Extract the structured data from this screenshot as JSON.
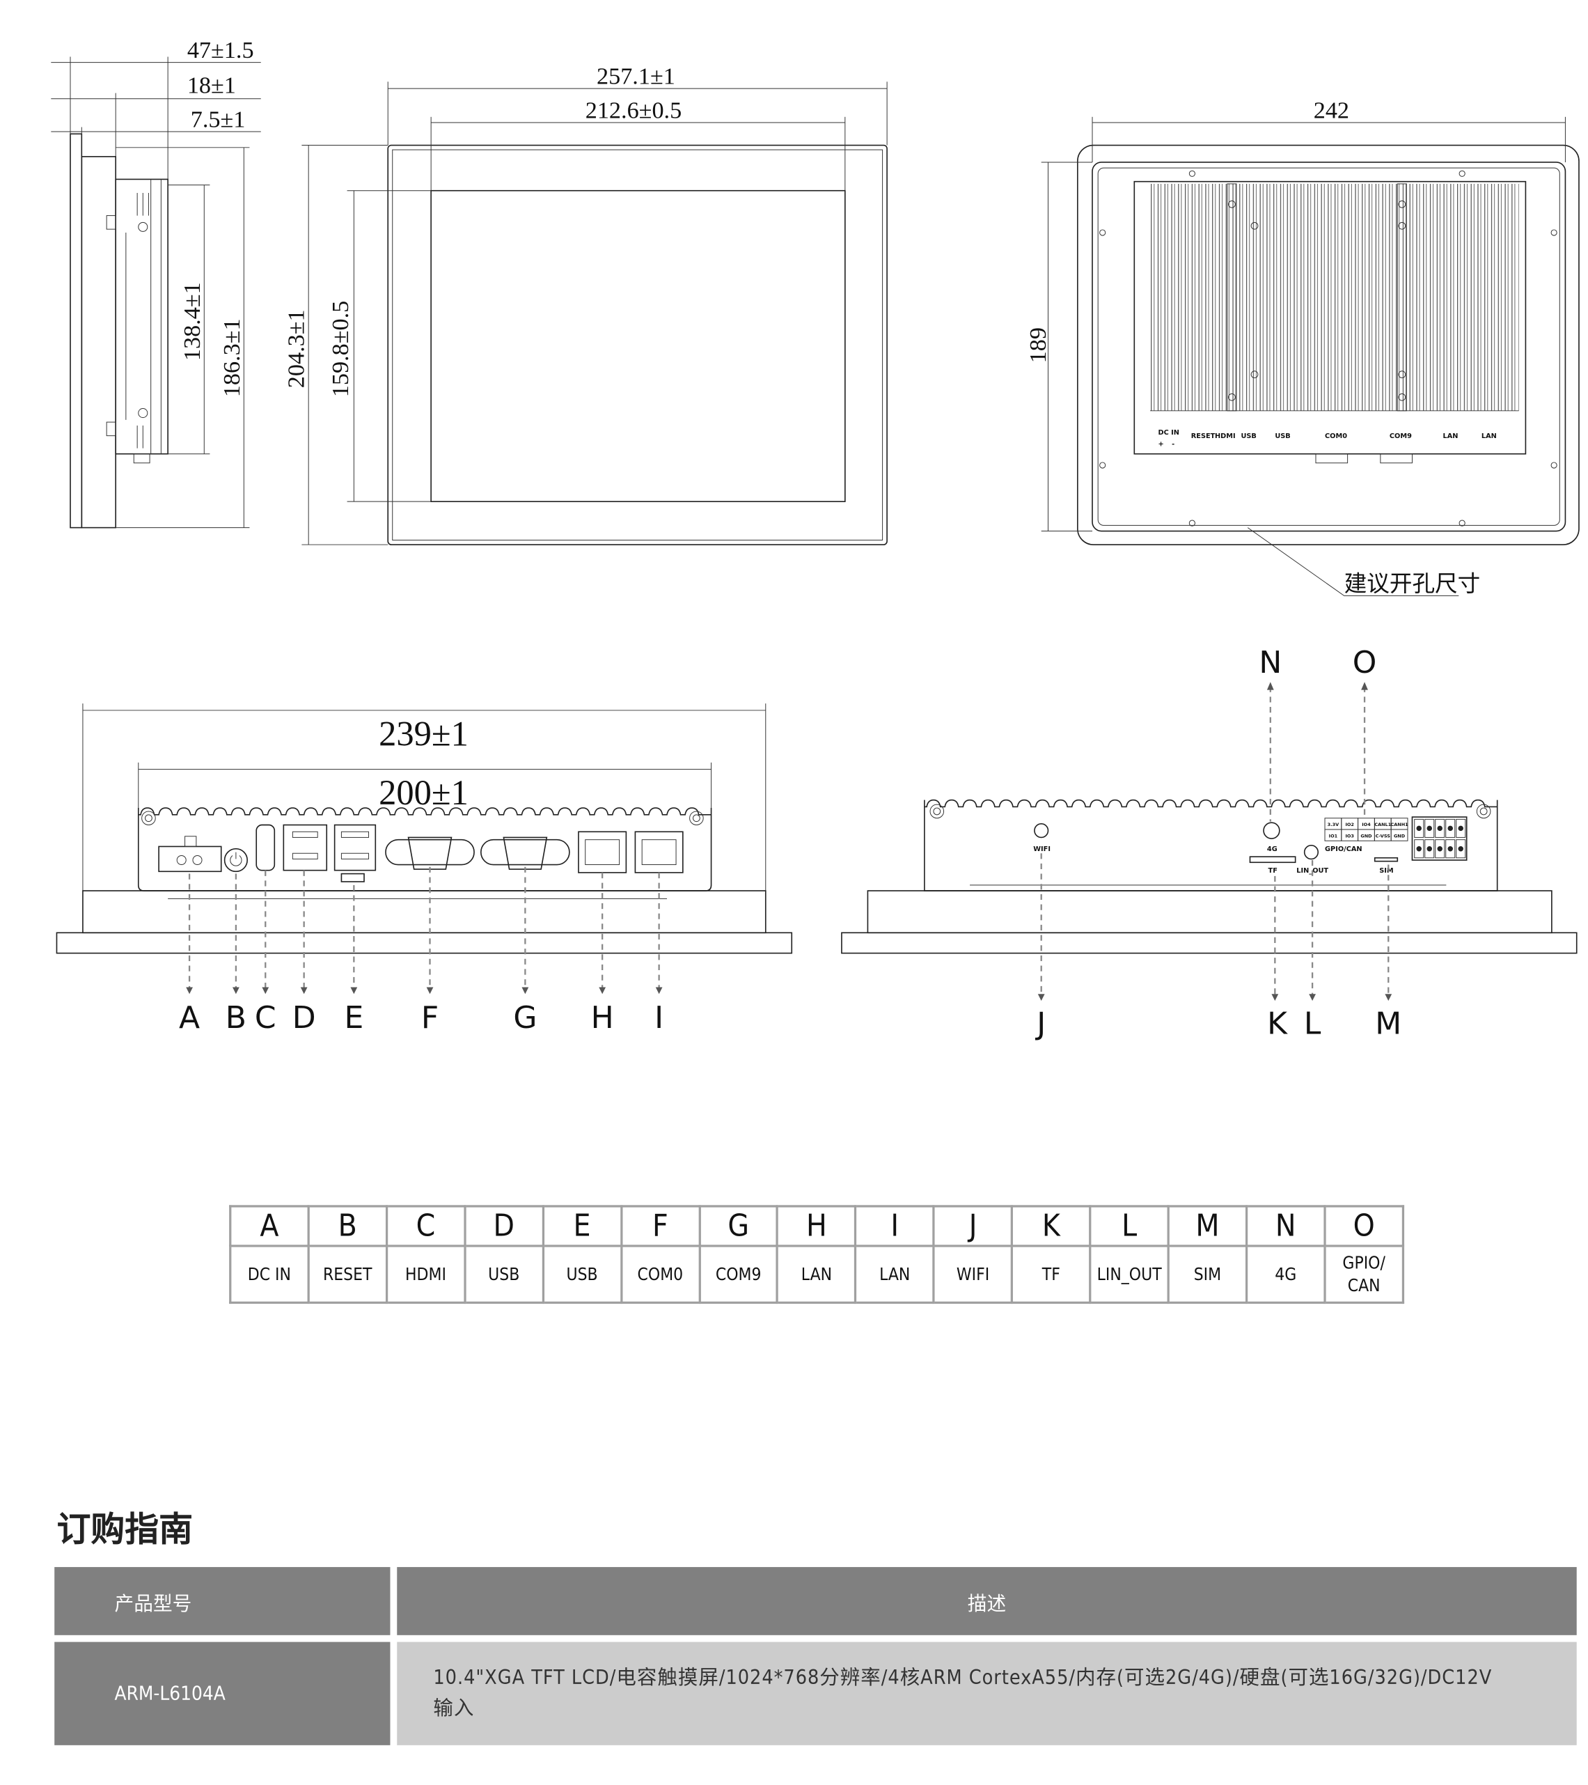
{
  "side_view": {
    "dims": {
      "depth_total": "47±1.5",
      "depth_box": "18±1",
      "depth_bezel": "7.5±1",
      "box_height": "138.4±1",
      "bezel_height": "186.3±1"
    }
  },
  "front_view": {
    "dims": {
      "width": "257.1±1",
      "screen_width": "212.6±0.5",
      "height": "204.3±1",
      "screen_height": "159.8±0.5"
    }
  },
  "back_view": {
    "dims": {
      "cutout_width": "242",
      "cutout_height": "189"
    },
    "cutout_label": "建议开孔尺寸",
    "port_labels": {
      "dc_in": "DC IN",
      "plus": "+",
      "minus": "-",
      "reset": "RESET",
      "hdmi": "HDMI",
      "usb1": "USB",
      "usb2": "USB",
      "com0": "COM0",
      "com9": "COM9",
      "lan1": "LAN",
      "lan2": "LAN"
    }
  },
  "bottom_left_view": {
    "dims": {
      "width": "239±1",
      "box_width": "200±1"
    },
    "callouts": [
      "A",
      "B",
      "C",
      "D",
      "E",
      "F",
      "G",
      "H",
      "I"
    ]
  },
  "bottom_right_view": {
    "callouts_top": [
      "N",
      "O"
    ],
    "callouts_bottom": [
      "J",
      "K",
      "L",
      "M"
    ],
    "silk": {
      "wifi": "WIFI",
      "g4": "4G",
      "tf": "TF",
      "lin_out": "LIN_OUT",
      "sim": "SIM",
      "gpio_can": "GPIO/CAN"
    },
    "gpio_pins": [
      [
        "3.3V",
        "IO2",
        "IO4",
        "CANL1",
        "CANH1"
      ],
      [
        "IO1",
        "IO3",
        "GND",
        "C-VSS",
        "GND"
      ]
    ]
  },
  "port_table": {
    "letters": [
      "A",
      "B",
      "C",
      "D",
      "E",
      "F",
      "G",
      "H",
      "I",
      "J",
      "K",
      "L",
      "M",
      "N",
      "O"
    ],
    "names": [
      "DC IN",
      "RESET",
      "HDMI",
      "USB",
      "USB",
      "COM0",
      "COM9",
      "LAN",
      "LAN",
      "WIFI",
      "TF",
      "LIN_OUT",
      "SIM",
      "4G",
      "GPIO/ CAN"
    ]
  },
  "ordering_guide": {
    "title": "订购指南",
    "headers": {
      "model": "产品型号",
      "description": "描述"
    },
    "rows": [
      {
        "model": "ARM-L6104A",
        "description": "10.4\"XGA TFT LCD/电容触摸屏/1024*768分辨率/4核ARM CortexA55/内存(可选2G/4G)/硬盘(可选16G/32G)/DC12V输入"
      }
    ]
  }
}
